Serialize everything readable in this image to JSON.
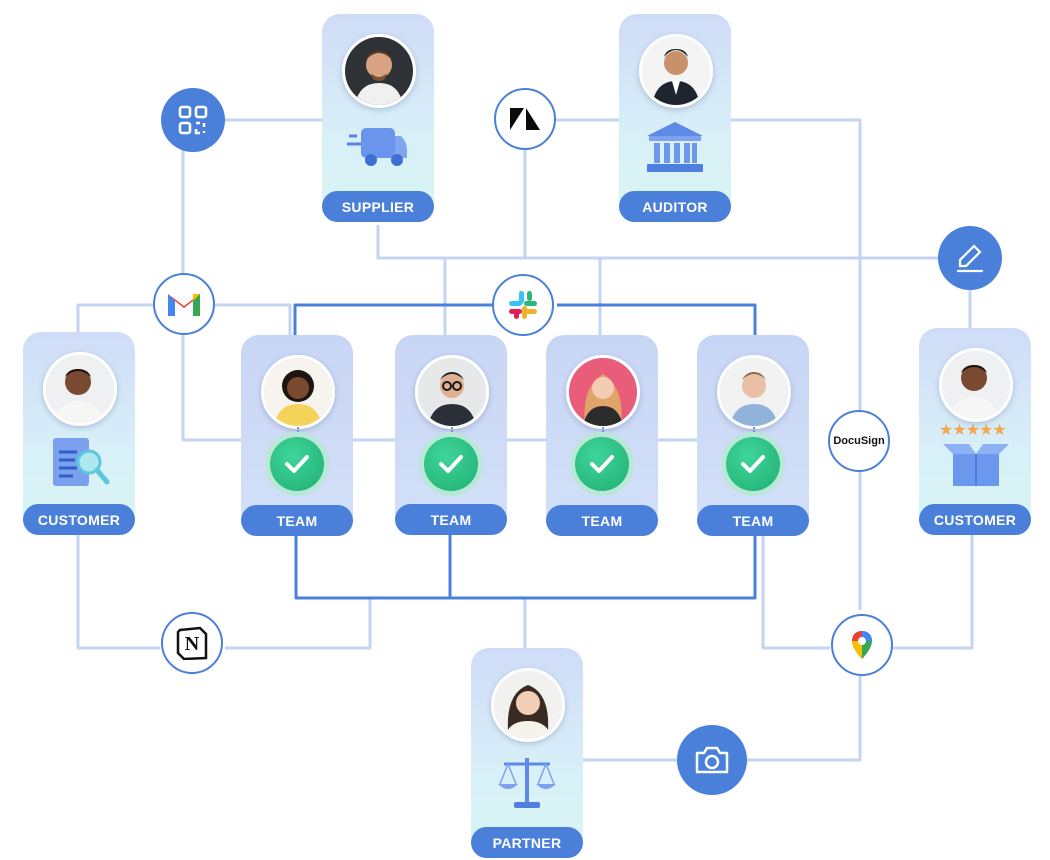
{
  "cards": {
    "supplier": {
      "label": "SUPPLIER"
    },
    "auditor": {
      "label": "AUDITOR"
    },
    "customer_left": {
      "label": "CUSTOMER"
    },
    "customer_right": {
      "label": "CUSTOMER"
    },
    "teams": [
      {
        "label": "TEAM"
      },
      {
        "label": "TEAM"
      },
      {
        "label": "TEAM"
      },
      {
        "label": "TEAM"
      }
    ],
    "partner": {
      "label": "PARTNER"
    }
  },
  "integrations": {
    "docusign": {
      "label": "DocuSign",
      "icon": "docusign-logo"
    },
    "gmail": {
      "icon": "gmail-icon"
    },
    "slack": {
      "icon": "slack-icon"
    },
    "zendesk": {
      "icon": "zendesk-icon"
    },
    "notion": {
      "icon": "notion-icon"
    },
    "google_maps": {
      "icon": "map-pin-icon"
    },
    "qr": {
      "icon": "qr-code-icon"
    },
    "signature": {
      "icon": "signature-pen-icon"
    },
    "camera": {
      "icon": "camera-icon"
    }
  },
  "colors": {
    "accent": "#4a80d9",
    "line": "#c4d5f3",
    "strong_line": "#4a80d9",
    "check": "#22b67a"
  }
}
